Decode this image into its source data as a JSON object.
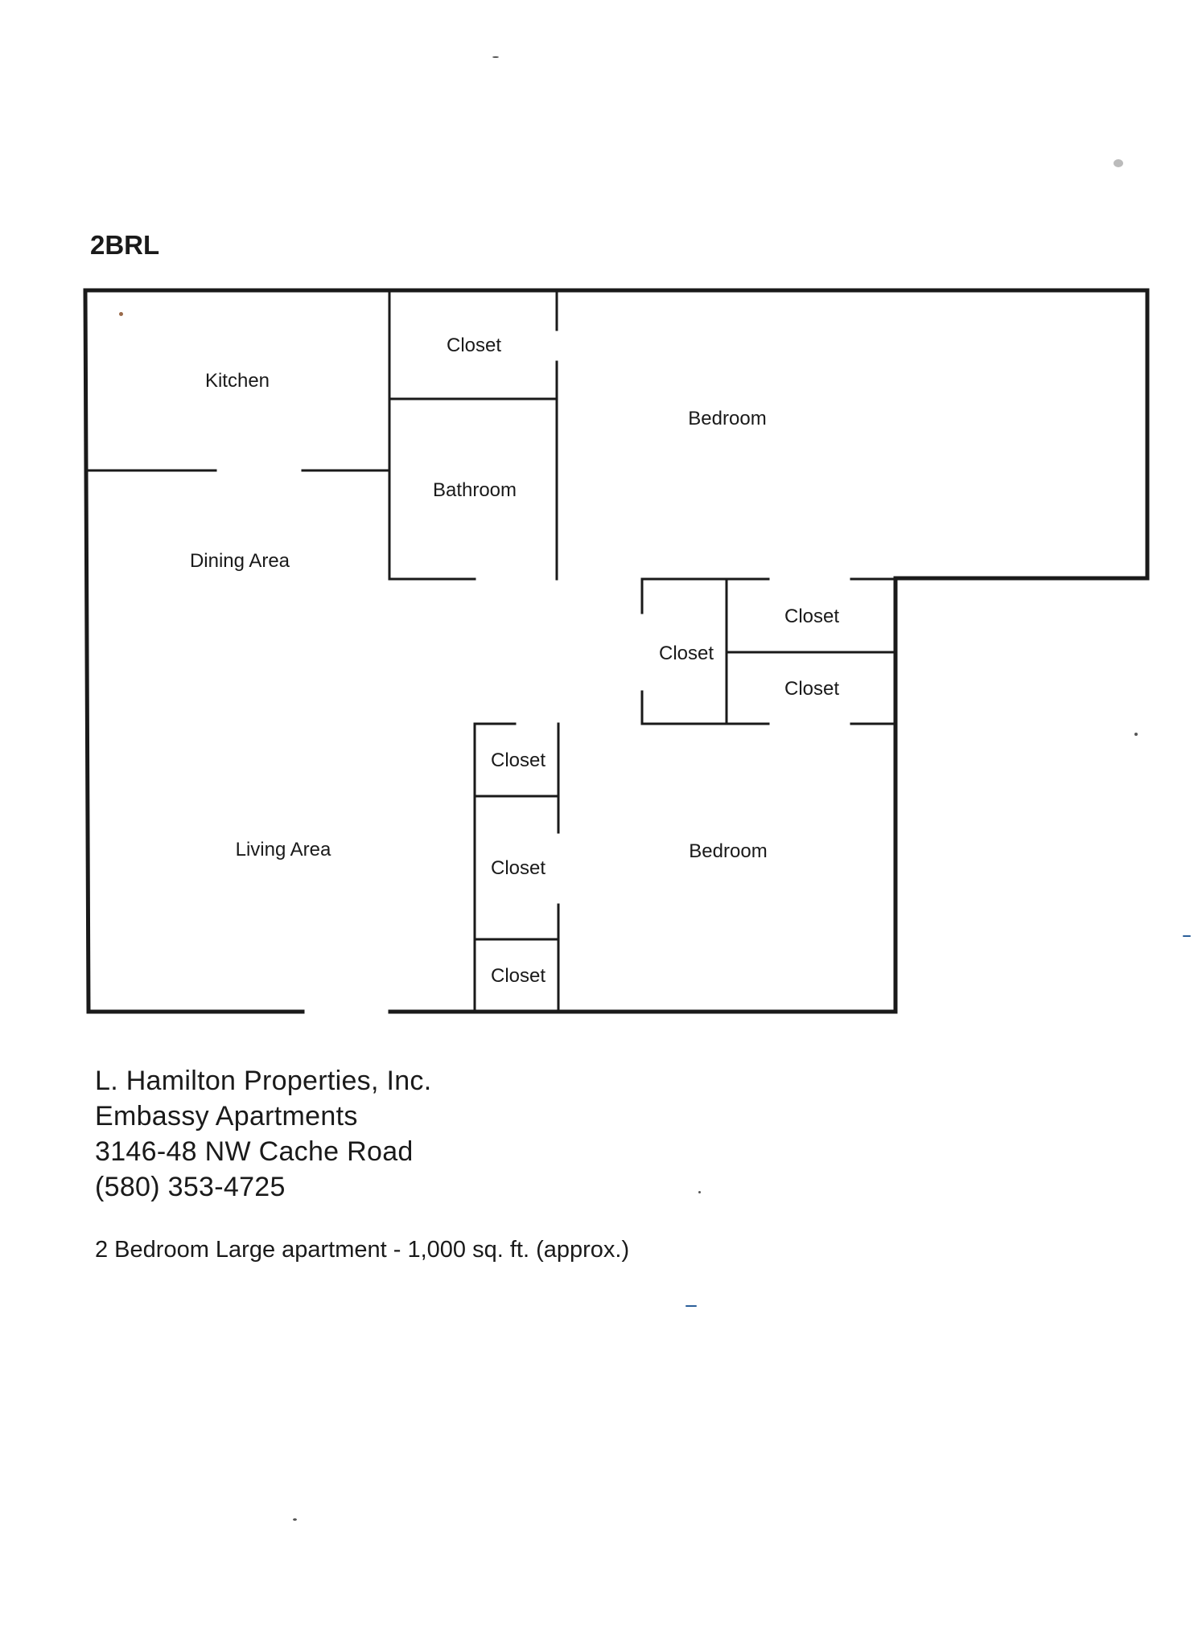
{
  "plan_code": "2BRL",
  "rooms": {
    "kitchen": "Kitchen",
    "closet_top": "Closet",
    "bathroom": "Bathroom",
    "bedroom_1": "Bedroom",
    "dining_area": "Dining Area",
    "closet_mid_left": "Closet",
    "closet_mid_right_top": "Closet",
    "closet_mid_right_bottom": "Closet",
    "closet_hall_1": "Closet",
    "closet_hall_2": "Closet",
    "closet_hall_3": "Closet",
    "living_area": "Living Area",
    "bedroom_2": "Bedroom"
  },
  "company": {
    "name": "L. Hamilton Properties, Inc.",
    "property": "Embassy Apartments",
    "address": "3146-48 NW Cache Road",
    "phone": "(580) 353-4725"
  },
  "description": "2 Bedroom Large apartment - 1,000 sq. ft. (approx.)"
}
